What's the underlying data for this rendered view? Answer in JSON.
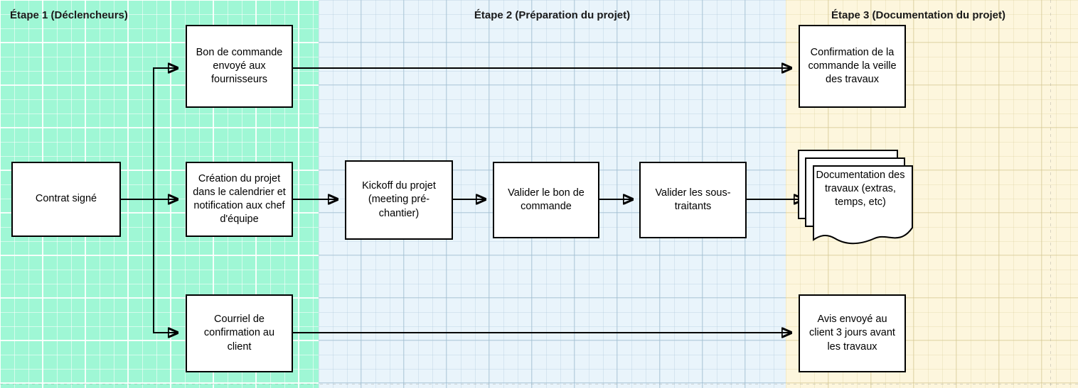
{
  "diagram": {
    "title_stage1": "Étape 1 (Déclencheurs)",
    "title_stage2": "Étape 2 (Préparation du projet)",
    "title_stage3": "Étape 3 (Documentation du projet)",
    "colors": {
      "stage1_band": "#9ff7d5",
      "stage2_band": "#e9f4fb",
      "stage3_band": "#fdf6dd",
      "node_fill": "#ffffff",
      "node_border": "#000000",
      "edge": "#000000"
    }
  },
  "nodes": {
    "contrat_signe": "Contrat signé",
    "bon_de_commande": "Bon de commande envoyé aux fournisseurs",
    "creation_projet": "Création du projet dans le calendrier et notification aux chef d'équipe",
    "courriel_confirmation": "Courriel de confirmation au client",
    "kickoff": "Kickoff du projet (meeting pré-chantier)",
    "valider_bon_commande": "Valider le bon de commande",
    "valider_sous_traitants": "Valider les sous-traitants",
    "confirmation_commande": "Confirmation de la commande la veille des travaux",
    "documentation_travaux": "Documentation des travaux (extras, temps, etc)",
    "avis_client": "Avis envoyé au client 3 jours avant les travaux"
  }
}
